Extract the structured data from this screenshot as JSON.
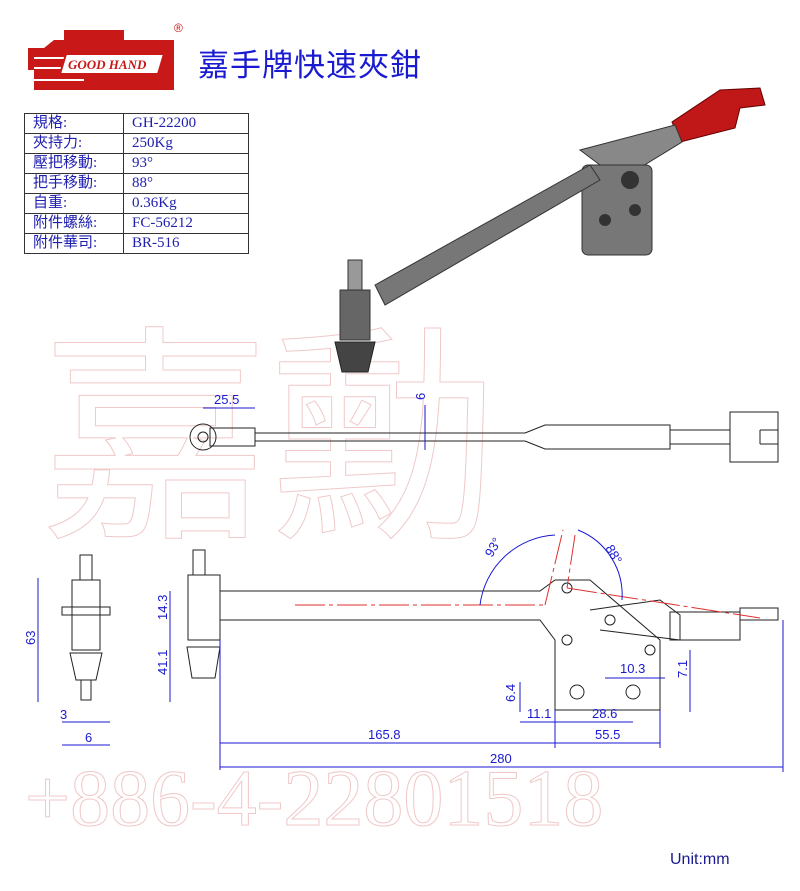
{
  "brand": {
    "logo_text": "GOOD HAND",
    "registered": "®"
  },
  "title": "嘉手牌快速夾鉗",
  "specs": [
    {
      "label": "規格:",
      "value": "GH-22200"
    },
    {
      "label": "夾持力:",
      "value": "250Kg"
    },
    {
      "label": "壓把移動:",
      "value": "93°"
    },
    {
      "label": "把手移動:",
      "value": "88°"
    },
    {
      "label": "自重:",
      "value": "0.36Kg"
    },
    {
      "label": "附件螺絲:",
      "value": "FC-56212"
    },
    {
      "label": "附件華司:",
      "value": "BR-516"
    }
  ],
  "watermark": {
    "phone": "+886-4-22801518",
    "chars": "嘉勳"
  },
  "dimensions": {
    "top_25_5": "25.5",
    "top_6": "6",
    "angle_93": "93°",
    "angle_88": "88°",
    "h_63": "63",
    "h_14_3": "14.3",
    "h_41_1": "41.1",
    "w_3": "3",
    "w_6": "6",
    "d_6_4": "6.4",
    "d_10_3": "10.3",
    "d_7_1": "7.1",
    "d_11_1": "11.1",
    "d_28_6": "28.6",
    "d_165_8": "165.8",
    "d_55_5": "55.5",
    "d_280": "280"
  },
  "colors": {
    "dim": "#1a1ad0",
    "handle": "#b01818",
    "centerline": "#e03030"
  },
  "unit": "Unit:mm"
}
